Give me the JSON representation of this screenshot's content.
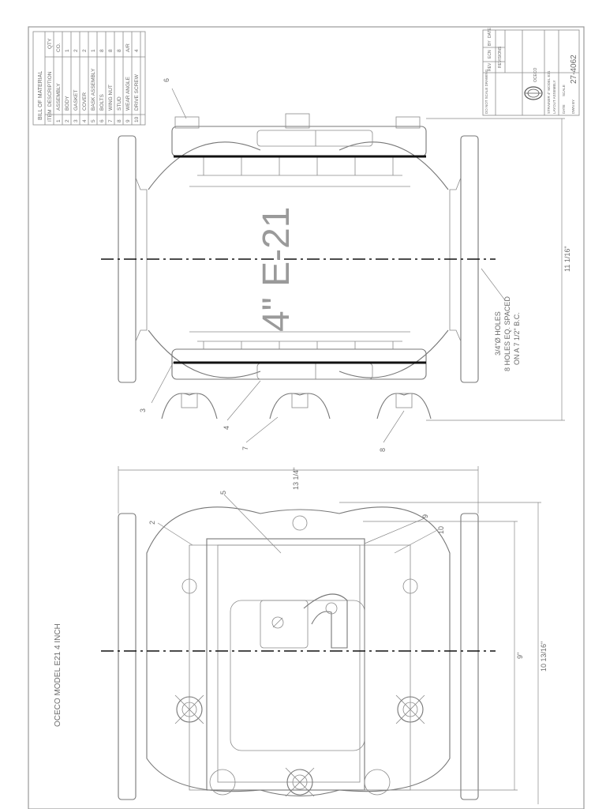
{
  "drawing": {
    "title": "OCECO MODEL E21 4 INCH",
    "model_mark": "4\" E-21",
    "bolt_note_1": "3/4\"Ø HOLES",
    "bolt_note_2": "8 HOLES EQ. SPACED",
    "bolt_note_3": "ON A 7 1/2\" B.C.",
    "dimensions": {
      "overall_length": "13 1/4\"",
      "width_side": "11 1/16\"",
      "body_height": "9\"",
      "flange_height": "10 13/16\""
    },
    "callouts": [
      "2",
      "3",
      "4",
      "5",
      "6",
      "7",
      "8",
      "9",
      "10"
    ]
  },
  "bom": {
    "title": "BILL OF MATERIAL",
    "headers": [
      "ITEM",
      "DESCRIPTION",
      "QTY"
    ],
    "rows": [
      [
        "1",
        "ASSEMBLY",
        "CO."
      ],
      [
        "2",
        "BODY",
        "1"
      ],
      [
        "3",
        "GASKET",
        "2"
      ],
      [
        "4",
        "COVER",
        "2"
      ],
      [
        "5",
        "BASK ASSEMBLY",
        "1"
      ],
      [
        "6",
        "BOLTS",
        "8"
      ],
      [
        "7",
        "WING NUT",
        "8"
      ],
      [
        "8",
        "STUD",
        "8"
      ],
      [
        "9",
        "WEAR ANGLE",
        "A/R"
      ],
      [
        "10",
        "DRIVE SCREW",
        "4"
      ]
    ]
  },
  "title_block": {
    "rev_headers": [
      "REV",
      "ECN",
      "BY",
      "DATE"
    ],
    "revisions_label": "REVISIONS",
    "notes": "DO NOT SCALE DRAWING",
    "company": "OCECO",
    "desc_1": "STRAINER 4\" MODEL E21",
    "desc_2": "LAYOUT ASSEMBLY",
    "drawing_no": "27-4062",
    "date_label": "DATE",
    "scale_label": "SCALE",
    "dwn_label": "DWN BY"
  }
}
